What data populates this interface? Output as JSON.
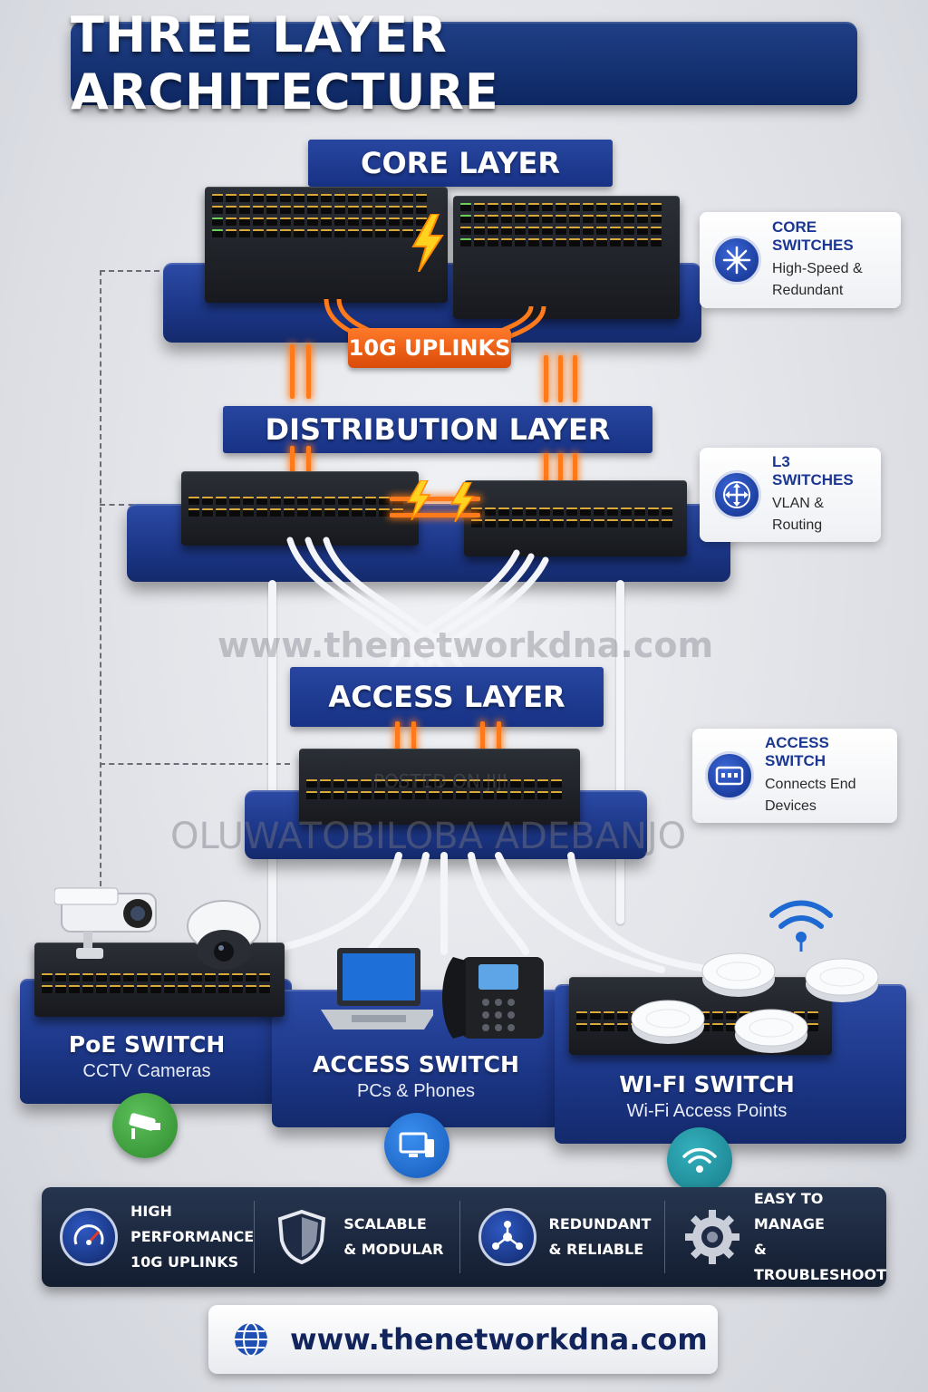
{
  "title": "THREE LAYER ARCHITECTURE",
  "layers": {
    "core": "CORE LAYER",
    "distribution": "DISTRIBUTION LAYER",
    "access": "ACCESS LAYER"
  },
  "uplink_badge": "10G UPLINKS",
  "info_cards": {
    "core": {
      "title": "CORE SWITCHES",
      "line1": "High-Speed &",
      "line2": "Redundant"
    },
    "distribution": {
      "title": "L3 SWITCHES",
      "line1": "VLAN &",
      "line2": "Routing"
    },
    "access": {
      "title": "ACCESS SWITCH",
      "line1": "Connects End",
      "line2": "Devices"
    }
  },
  "modules": {
    "poe": {
      "title": "PoE SWITCH",
      "sub": "CCTV Cameras"
    },
    "access": {
      "title": "ACCESS SWITCH",
      "sub": "PCs & Phones"
    },
    "wifi": {
      "title": "WI-FI SWITCH",
      "sub": "Wi-Fi Access Points"
    }
  },
  "features": [
    {
      "line1": "HIGH PERFORMANCE",
      "line2": "10G UPLINKS"
    },
    {
      "line1": "SCALABLE",
      "line2": "& MODULAR"
    },
    {
      "line1": "REDUNDANT",
      "line2": "& RELIABLE"
    },
    {
      "line1": "EASY TO MANAGE",
      "line2": "& TROUBLESHOOT"
    }
  ],
  "url": "www.thenetworkdna.com",
  "watermarks": {
    "site": "www.thenetworkdna.com",
    "posted": "POSTED ON JIJI",
    "author": "OLUWATOBILOBA ADEBANJO"
  },
  "colors": {
    "navy": "#1c3686",
    "orange_cable": "#ff7a1a",
    "green_badge": "#3f9e3a",
    "blue_badge": "#1e6ad2",
    "teal_badge": "#1f8fa0"
  }
}
